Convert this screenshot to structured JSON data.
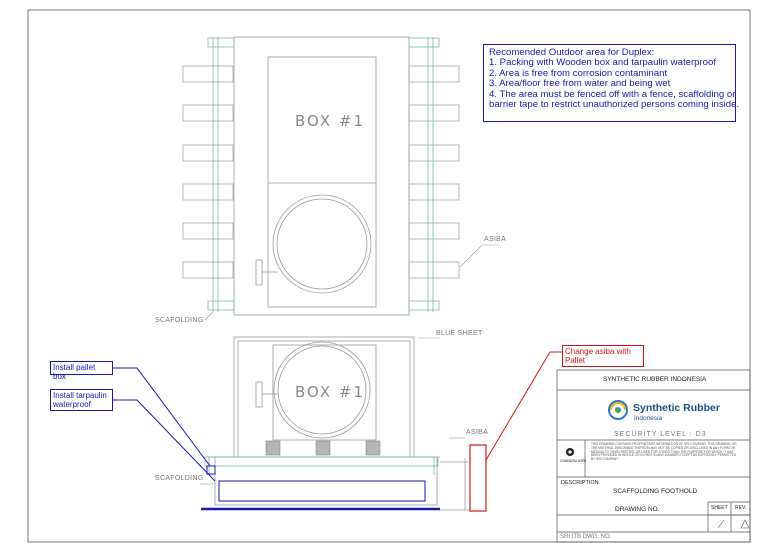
{
  "note": {
    "title": "Recomended Outdoor area for Duplex:",
    "items": [
      "1. Packing with Wooden box and tarpaulin waterproof",
      "2. Area is free from corrosion contaminant",
      "3. Area/floor free from water and being wet",
      "4. The area must be fenced off with a fence, scaffolding or",
      "barrier tape to restrict unauthorized persons coming inside."
    ]
  },
  "labels": {
    "box_top": "BOX #1",
    "box_bottom": "BOX #1",
    "asiba_top": "ASIBA",
    "asiba_bottom": "ASIBA",
    "scaffolding_top": "SCAFOLDING",
    "scaffolding_bottom": "SCAFOLDING",
    "blue_sheet": "BLUE SHEET"
  },
  "callouts": {
    "pallet": "Install pallet box",
    "tarpaulin_line1": "Install tarpaulin",
    "tarpaulin_line2": "waterproof",
    "asiba_change_line1": "Change asiba with",
    "asiba_change_line2": "Pallet"
  },
  "title_block": {
    "company": "SYNTHETIC RUBBER INDONESIA",
    "logo_name": "Synthetic Rubber",
    "logo_sub": "Indonesia",
    "security": "SECURITY LEVEL : D3",
    "logo_small": "CHANDRA ASRI",
    "disclaimer": "THIS DRAWING CONTAINS PROPRIETARY INFORMATION OF SRI COMPANY. THIS DRAWING OR THE MATERIAL DESCRIBED THEREON MAY NOT BE COPIED OR DISCLOSED IN ANY FORM OR MEDIUM TO THIRD PARTIES, OR USED FOR OTHER THAN THE PURPOSE FOR WHICH IT HAS BEEN PROVIDED IN WHOLE OR IN PART IN ANY MANNER EXCEPT AS EXPRESSLY PERMITTED BY SRI COMPANY.",
    "description_label": "DESCRIPTION.",
    "description": "SCAFFOLDING FOOTHOLD",
    "drawing_no_label": "DRAWING NO.",
    "sheet_label": "SHEET",
    "rev_label": "REV.",
    "sri_dwg": "SRI ITB DWG. NO."
  },
  "colors": {
    "line": "#9a9a9a",
    "scaffold": "#7fb6b0",
    "blue": "#1a1aa8",
    "red": "#d01818"
  }
}
